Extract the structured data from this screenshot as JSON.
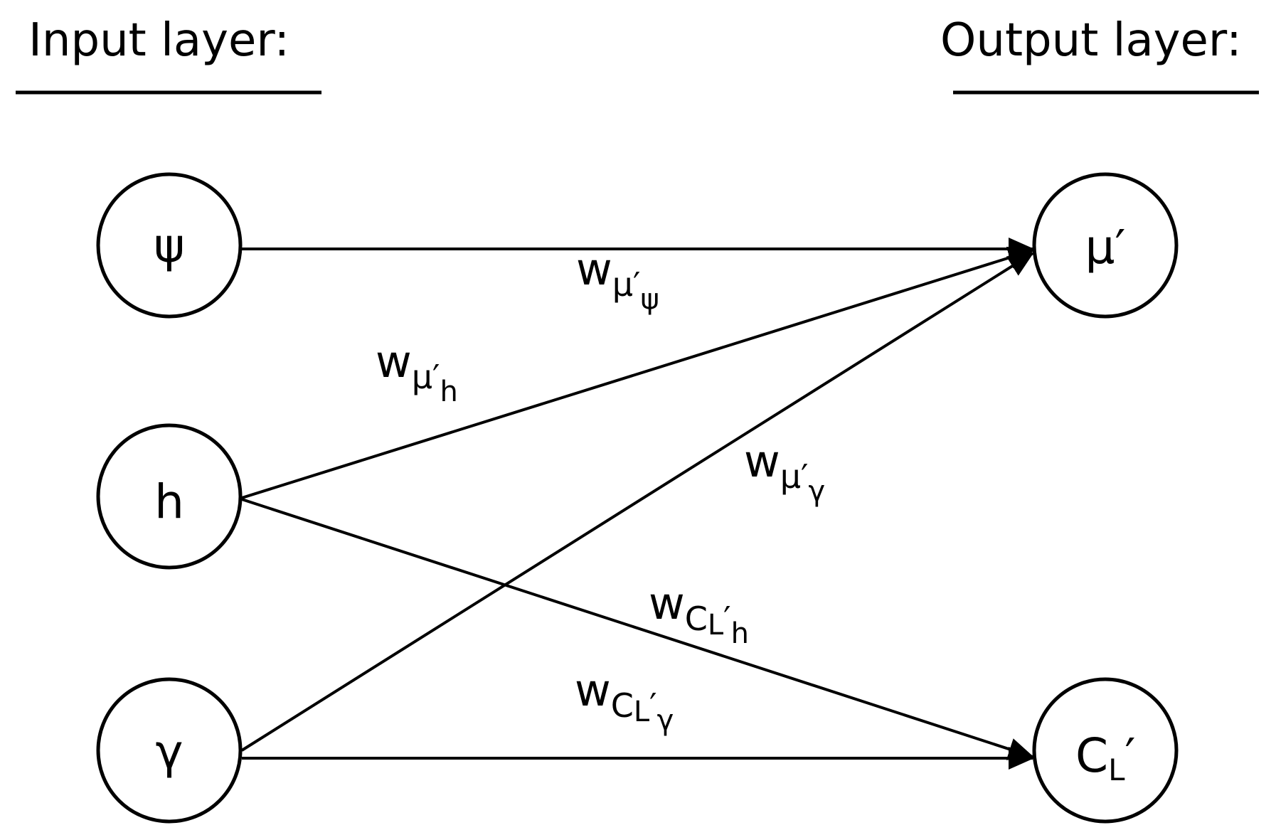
{
  "headers": {
    "input": "Input layer:",
    "output": "Output layer:"
  },
  "nodes": {
    "psi": {
      "label": "ψ"
    },
    "h": {
      "label": "h"
    },
    "gamma": {
      "label": "γ"
    },
    "mu_prime": {
      "label": "μ′"
    },
    "cl_prime": {
      "main": "C",
      "sub": "L",
      "prime": "′"
    }
  },
  "weights": {
    "w_mu_psi": {
      "w": "w",
      "main": "μ′",
      "sub": "ψ"
    },
    "w_mu_h": {
      "w": "w",
      "main": "μ′",
      "sub": "h"
    },
    "w_mu_gamma": {
      "w": "w",
      "main": "μ′",
      "sub": "γ"
    },
    "w_cl_h": {
      "w": "w",
      "main": "C",
      "main_sub": "L",
      "prime": "′",
      "sub": "h"
    },
    "w_cl_gamma": {
      "w": "w",
      "main": "C",
      "main_sub": "L",
      "prime": "′",
      "sub": "γ"
    }
  },
  "edges": [
    {
      "from": "psi",
      "to": "mu_prime"
    },
    {
      "from": "h",
      "to": "mu_prime"
    },
    {
      "from": "gamma",
      "to": "mu_prime"
    },
    {
      "from": "h",
      "to": "cl_prime"
    },
    {
      "from": "gamma",
      "to": "cl_prime"
    }
  ]
}
